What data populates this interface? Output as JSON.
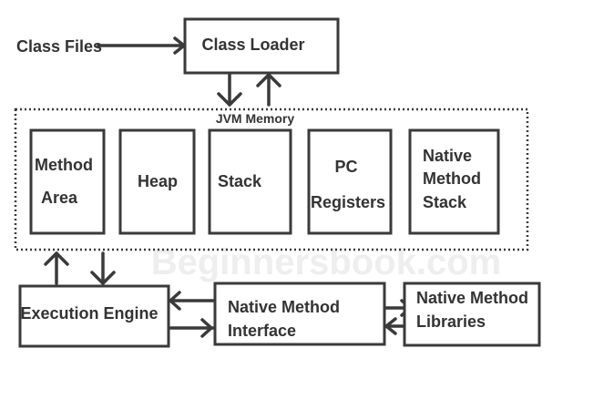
{
  "input": {
    "label": "Class Files"
  },
  "class_loader": {
    "label": "Class Loader"
  },
  "jvm_memory": {
    "label": "JVM Memory",
    "areas": [
      {
        "id": "method-area",
        "lines": [
          "Method",
          "Area"
        ]
      },
      {
        "id": "heap",
        "lines": [
          "Heap"
        ]
      },
      {
        "id": "stack",
        "lines": [
          "Stack"
        ]
      },
      {
        "id": "pc-registers",
        "lines": [
          "PC",
          "Registers"
        ]
      },
      {
        "id": "native-method-stack",
        "lines": [
          "Native",
          "Method",
          "Stack"
        ]
      }
    ]
  },
  "execution_engine": {
    "label": "Execution Engine"
  },
  "native_method_interface": {
    "lines": [
      "Native Method",
      "Interface"
    ]
  },
  "native_method_libraries": {
    "lines": [
      "Native Method",
      "Libraries"
    ]
  },
  "watermark": "Beginnersbook.com"
}
